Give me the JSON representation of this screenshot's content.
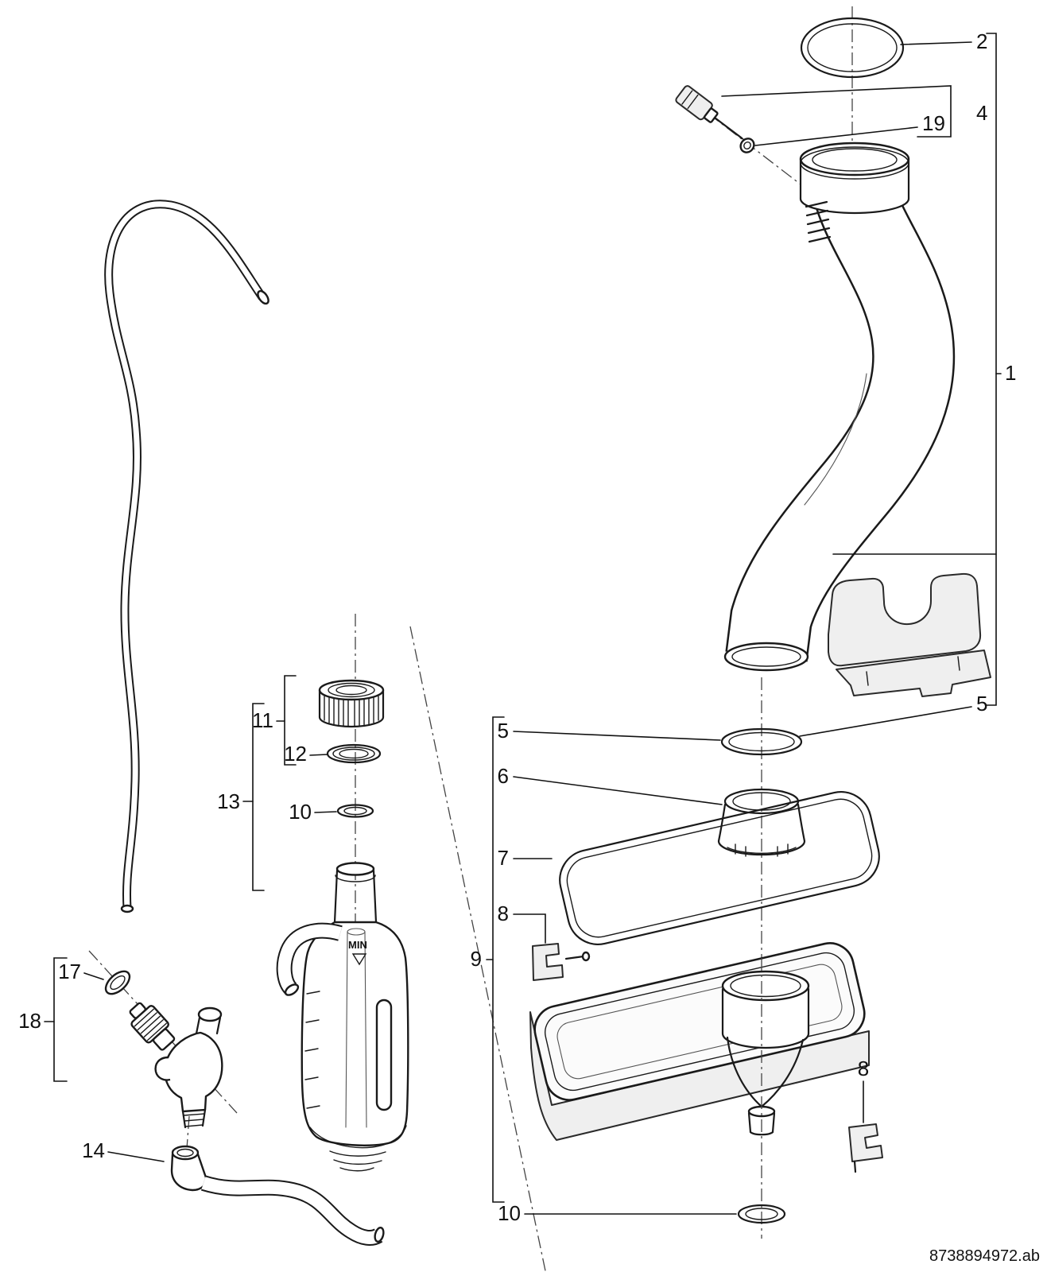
{
  "doc": {
    "part_number": "8738894972.ab"
  },
  "callouts": {
    "n1": "1",
    "n2": "2",
    "n4": "4",
    "n5_left": "5",
    "n5_right": "5",
    "n6": "6",
    "n7": "7",
    "n8_top": "8",
    "n8_bottom": "8",
    "n9": "9",
    "n10_left": "10",
    "n10_bottom": "10",
    "n11": "11",
    "n12": "12",
    "n13": "13",
    "n14": "14",
    "n17": "17",
    "n18": "18",
    "n19": "19"
  },
  "annotations": {
    "min_label": "MIN"
  },
  "colors": {
    "line": "#1a1a1a",
    "fill_light": "#efefef",
    "background": "#ffffff"
  }
}
